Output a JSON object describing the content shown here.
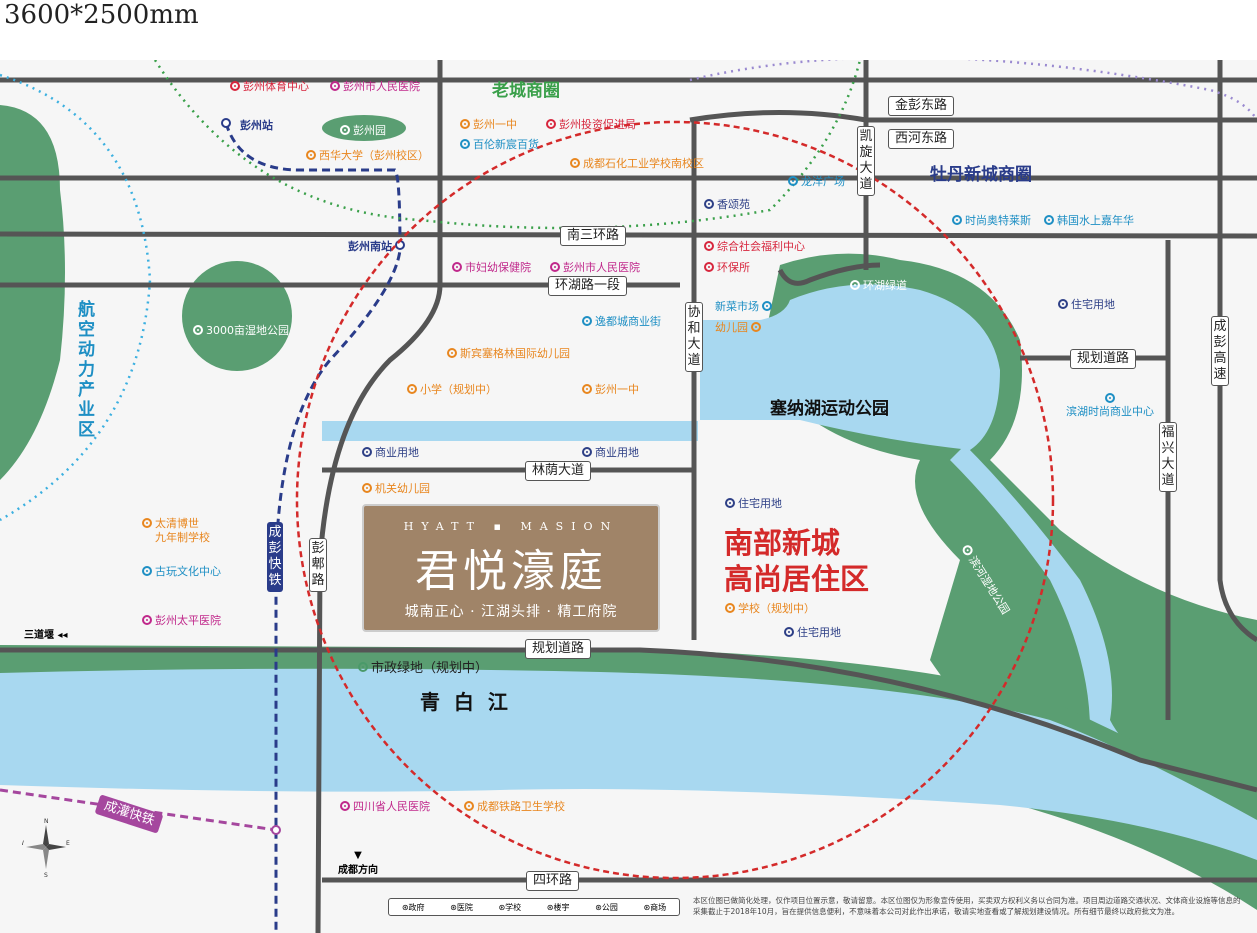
{
  "size_label": "3600*2500mm",
  "districts": {
    "old_city": "老城商圈",
    "peony_city": "牡丹新城商圈",
    "aviation": "航空动力产业区",
    "south_city_line1": "南部新城",
    "south_city_line2": "高尚居住区",
    "lake_park": "塞纳湖运动公园",
    "river": "青  白  江"
  },
  "roads": {
    "jinpeng_east": "金彭东路",
    "xihe_east": "西河东路",
    "kaixuan": "凯旋大道",
    "nansan_ring": "南三环路",
    "huanhu_1": "环湖路一段",
    "xiehe": "协和大道",
    "linyin": "林荫大道",
    "planned_road_1": "规划道路",
    "planned_road_2": "规划道路",
    "fuxing": "福兴大道",
    "chengpeng_highway": "成彭高速",
    "chengpeng_express": "成彭快铁",
    "pengyou": "彭郫路",
    "chengguan_rail": "成灌快铁",
    "sihuan": "四环路",
    "sandaoyan": "三道堰",
    "chengdu_direction": "成都方向"
  },
  "stations": {
    "pengzhou": "彭州站",
    "pengzhou_south": "彭州南站"
  },
  "pois": [
    {
      "label": "彭州体育中心",
      "type": "gov"
    },
    {
      "label": "彭州市人民医院",
      "type": "hosp"
    },
    {
      "label": "彭州园",
      "type": "park"
    },
    {
      "label": "西华大学（彭州校区）",
      "type": "school"
    },
    {
      "label": "彭州一中",
      "type": "school"
    },
    {
      "label": "彭州投资促进局",
      "type": "gov"
    },
    {
      "label": "百伦新宸百货",
      "type": "mall"
    },
    {
      "label": "成都石化工业学校南校区",
      "type": "school"
    },
    {
      "label": "龙洋广场",
      "type": "mall"
    },
    {
      "label": "香颂苑",
      "type": "res"
    },
    {
      "label": "时尚奥特莱斯",
      "type": "mall"
    },
    {
      "label": "韩国水上嘉年华",
      "type": "mall"
    },
    {
      "label": "综合社会福利中心",
      "type": "gov"
    },
    {
      "label": "环保所",
      "type": "gov"
    },
    {
      "label": "市妇幼保健院",
      "type": "hosp"
    },
    {
      "label": "彭州市人民医院",
      "type": "hosp"
    },
    {
      "label": "环湖绿道",
      "type": "park"
    },
    {
      "label": "新菜市场",
      "type": "mall"
    },
    {
      "label": "幼儿园",
      "type": "school"
    },
    {
      "label": "住宅用地",
      "type": "res"
    },
    {
      "label": "3000亩湿地公园",
      "type": "park"
    },
    {
      "label": "逸都城商业街",
      "type": "mall"
    },
    {
      "label": "斯宾塞格林国际幼儿园",
      "type": "school"
    },
    {
      "label": "小学（规划中）",
      "type": "school"
    },
    {
      "label": "彭州一中",
      "type": "school"
    },
    {
      "label": "滨湖时尚商业中心",
      "type": "mall"
    },
    {
      "label": "商业用地",
      "type": "res"
    },
    {
      "label": "商业用地",
      "type": "res"
    },
    {
      "label": "机关幼儿园",
      "type": "school"
    },
    {
      "label": "住宅用地",
      "type": "res"
    },
    {
      "label": "滨河湿地公园",
      "type": "park"
    },
    {
      "label": "太清博世",
      "type": "school"
    },
    {
      "label": "九年制学校",
      "type": "school"
    },
    {
      "label": "古玩文化中心",
      "type": "mall"
    },
    {
      "label": "彭州太平医院",
      "type": "hosp"
    },
    {
      "label": "学校（规划中）",
      "type": "school"
    },
    {
      "label": "住宅用地",
      "type": "res"
    },
    {
      "label": "市政绿地（规划中）",
      "type": "park"
    },
    {
      "label": "四川省人民医院",
      "type": "hosp"
    },
    {
      "label": "成都铁路卫生学校",
      "type": "school"
    }
  ],
  "brand": {
    "english": "HYATT ▪ MASION",
    "chinese": "君悦濠庭",
    "subtitle": "城南正心 · 江湖头排 · 精工府院"
  },
  "legend": [
    "政府",
    "医院",
    "学校",
    "楼宇",
    "公园",
    "商场"
  ],
  "disclaimer": "本区位图已做简化处理，仅作项目位置示意，敬请留意。本区位图仅为形象宣传使用，买卖双方权利义务以合同为准。项目周边道路交通状况、文体商业设施等信息的采集截止于2018年10月，旨在提供信息便利，不意味着本公司对此作出承诺，敬请实地查看或了解规划建设情况。所有细节最终以政府批文为准。",
  "compass": {
    "n": "N",
    "s": "S",
    "e": "E",
    "w": "W"
  },
  "colors": {
    "green": "#5a9e72",
    "water": "#a8d8f0",
    "circle": "#d42a2a",
    "rail_blue": "#2a3c8a",
    "rail_purple": "#a5479e",
    "district_green": "#3aa04a",
    "district_blue": "#2a3c8a",
    "south_red": "#d42a2a"
  }
}
